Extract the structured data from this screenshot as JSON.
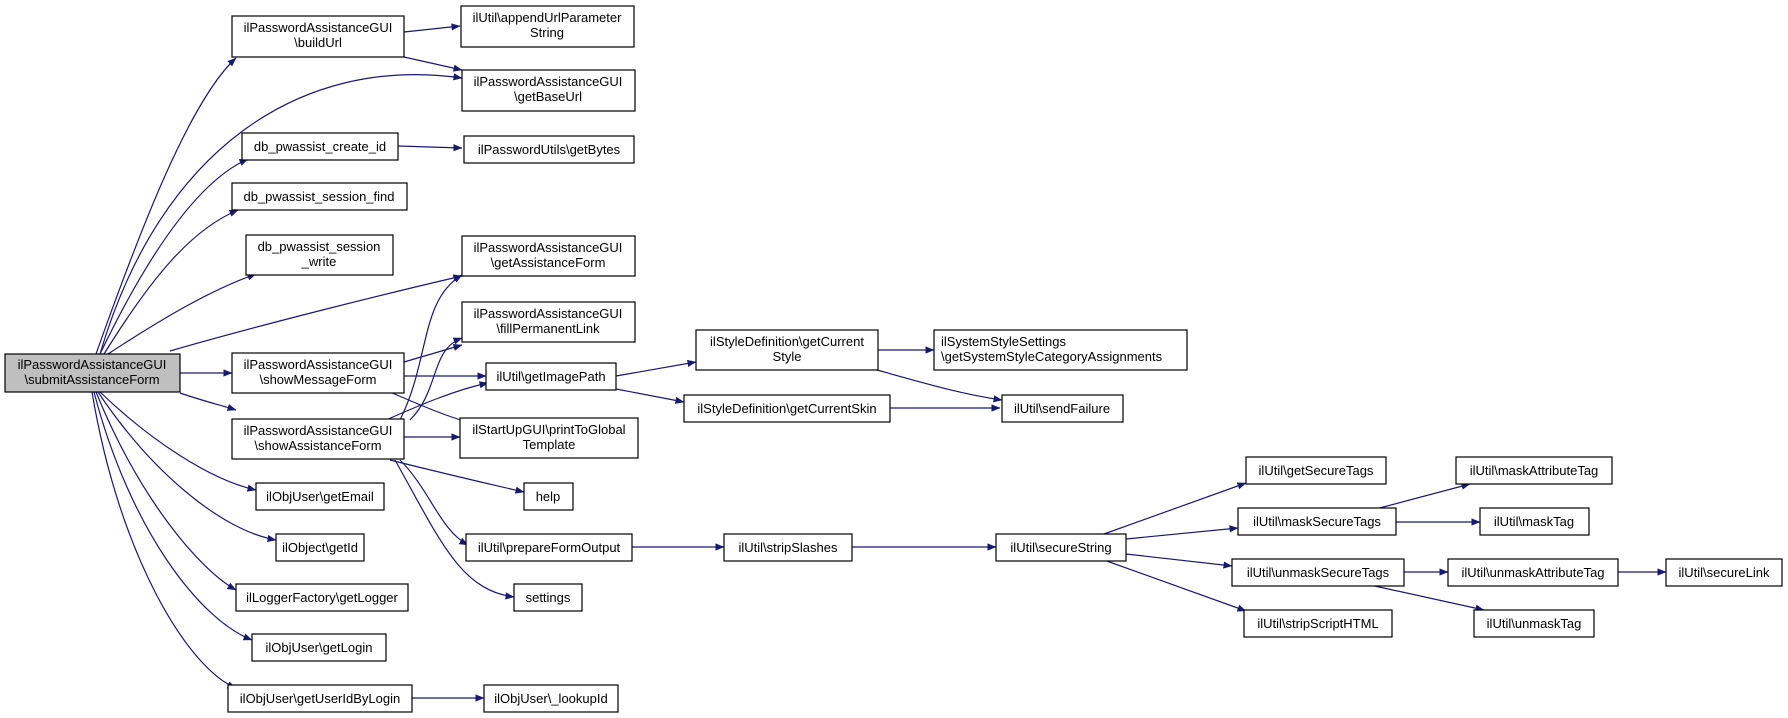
{
  "graph": {
    "edge_color": "#191970",
    "root_fill": "#bfbfbf",
    "nodes": {
      "root": [
        "ilPasswordAssistanceGUI",
        "\\submitAssistanceForm"
      ],
      "buildUrl": [
        "ilPasswordAssistanceGUI",
        "\\buildUrl"
      ],
      "appendUrlParameterString": [
        "ilUtil\\appendUrlParameter",
        "String"
      ],
      "getBaseUrl": [
        "ilPasswordAssistanceGUI",
        "\\getBaseUrl"
      ],
      "db_create_id": [
        "db_pwassist_create_id"
      ],
      "getBytes": [
        "ilPasswordUtils\\getBytes"
      ],
      "db_session_find": [
        "db_pwassist_session_find"
      ],
      "db_session_write": [
        "db_pwassist_session",
        "_write"
      ],
      "getAssistanceForm": [
        "ilPasswordAssistanceGUI",
        "\\getAssistanceForm"
      ],
      "fillPermanentLink": [
        "ilPasswordAssistanceGUI",
        "\\fillPermanentLink"
      ],
      "showMessageForm": [
        "ilPasswordAssistanceGUI",
        "\\showMessageForm"
      ],
      "getImagePath": [
        "ilUtil\\getImagePath"
      ],
      "getCurrentStyle": [
        "ilStyleDefinition\\getCurrent",
        "Style"
      ],
      "getSystemStyleCategoryAssignments": [
        "ilSystemStyleSettings",
        "\\getSystemStyleCategoryAssignments"
      ],
      "getCurrentSkin": [
        "ilStyleDefinition\\getCurrentSkin"
      ],
      "sendFailure": [
        "ilUtil\\sendFailure"
      ],
      "showAssistanceForm": [
        "ilPasswordAssistanceGUI",
        "\\showAssistanceForm"
      ],
      "printToGlobalTemplate": [
        "ilStartUpGUI\\printToGlobal",
        "Template"
      ],
      "help": [
        "help"
      ],
      "getEmail": [
        "ilObjUser\\getEmail"
      ],
      "prepareFormOutput": [
        "ilUtil\\prepareFormOutput"
      ],
      "stripSlashes": [
        "ilUtil\\stripSlashes"
      ],
      "secureString": [
        "ilUtil\\secureString"
      ],
      "getSecureTags": [
        "ilUtil\\getSecureTags"
      ],
      "maskSecureTags": [
        "ilUtil\\maskSecureTags"
      ],
      "maskAttributeTag": [
        "ilUtil\\maskAttributeTag"
      ],
      "maskTag": [
        "ilUtil\\maskTag"
      ],
      "unmaskSecureTags": [
        "ilUtil\\unmaskSecureTags"
      ],
      "unmaskAttributeTag": [
        "ilUtil\\unmaskAttributeTag"
      ],
      "secureLink": [
        "ilUtil\\secureLink"
      ],
      "unmaskTag": [
        "ilUtil\\unmaskTag"
      ],
      "stripScriptHTML": [
        "ilUtil\\stripScriptHTML"
      ],
      "getId": [
        "ilObject\\getId"
      ],
      "settings": [
        "settings"
      ],
      "getLogger": [
        "ilLoggerFactory\\getLogger"
      ],
      "getLogin": [
        "ilObjUser\\getLogin"
      ],
      "getUserIdByLogin": [
        "ilObjUser\\getUserIdByLogin"
      ],
      "lookupId": [
        "ilObjUser\\_lookupId"
      ]
    }
  }
}
